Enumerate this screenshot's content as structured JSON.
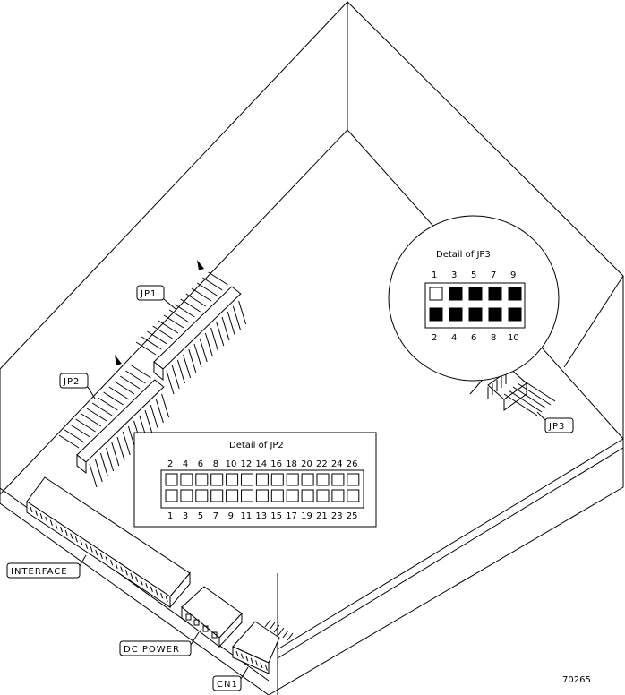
{
  "callouts": {
    "jp1": "JP1",
    "jp2": "JP2",
    "jp3": "JP3",
    "interface": "INTERFACE",
    "dc_power": "DC POWER",
    "cn1": "CN1"
  },
  "detail_jp3": {
    "title": "Detail of JP3",
    "top_pins": [
      "1",
      "3",
      "5",
      "7",
      "9"
    ],
    "bottom_pins": [
      "2",
      "4",
      "6",
      "8",
      "10"
    ],
    "jumpers": {
      "top": [
        false,
        true,
        true,
        true,
        true
      ],
      "bottom": [
        true,
        true,
        true,
        true,
        true
      ]
    }
  },
  "detail_jp2": {
    "title": "Detail of JP2",
    "top_pins": [
      "2",
      "4",
      "6",
      "8",
      "10",
      "12",
      "14",
      "16",
      "18",
      "20",
      "22",
      "24",
      "26"
    ],
    "bottom_pins": [
      "1",
      "3",
      "5",
      "7",
      "9",
      "11",
      "13",
      "15",
      "17",
      "19",
      "21",
      "23",
      "25"
    ],
    "jumpers": {
      "top": [
        false,
        false,
        false,
        false,
        false,
        false,
        false,
        false,
        false,
        false,
        false,
        false,
        false
      ],
      "bottom": [
        false,
        false,
        false,
        false,
        false,
        false,
        false,
        false,
        false,
        false,
        false,
        false,
        false
      ]
    }
  },
  "figure_id": "70265"
}
